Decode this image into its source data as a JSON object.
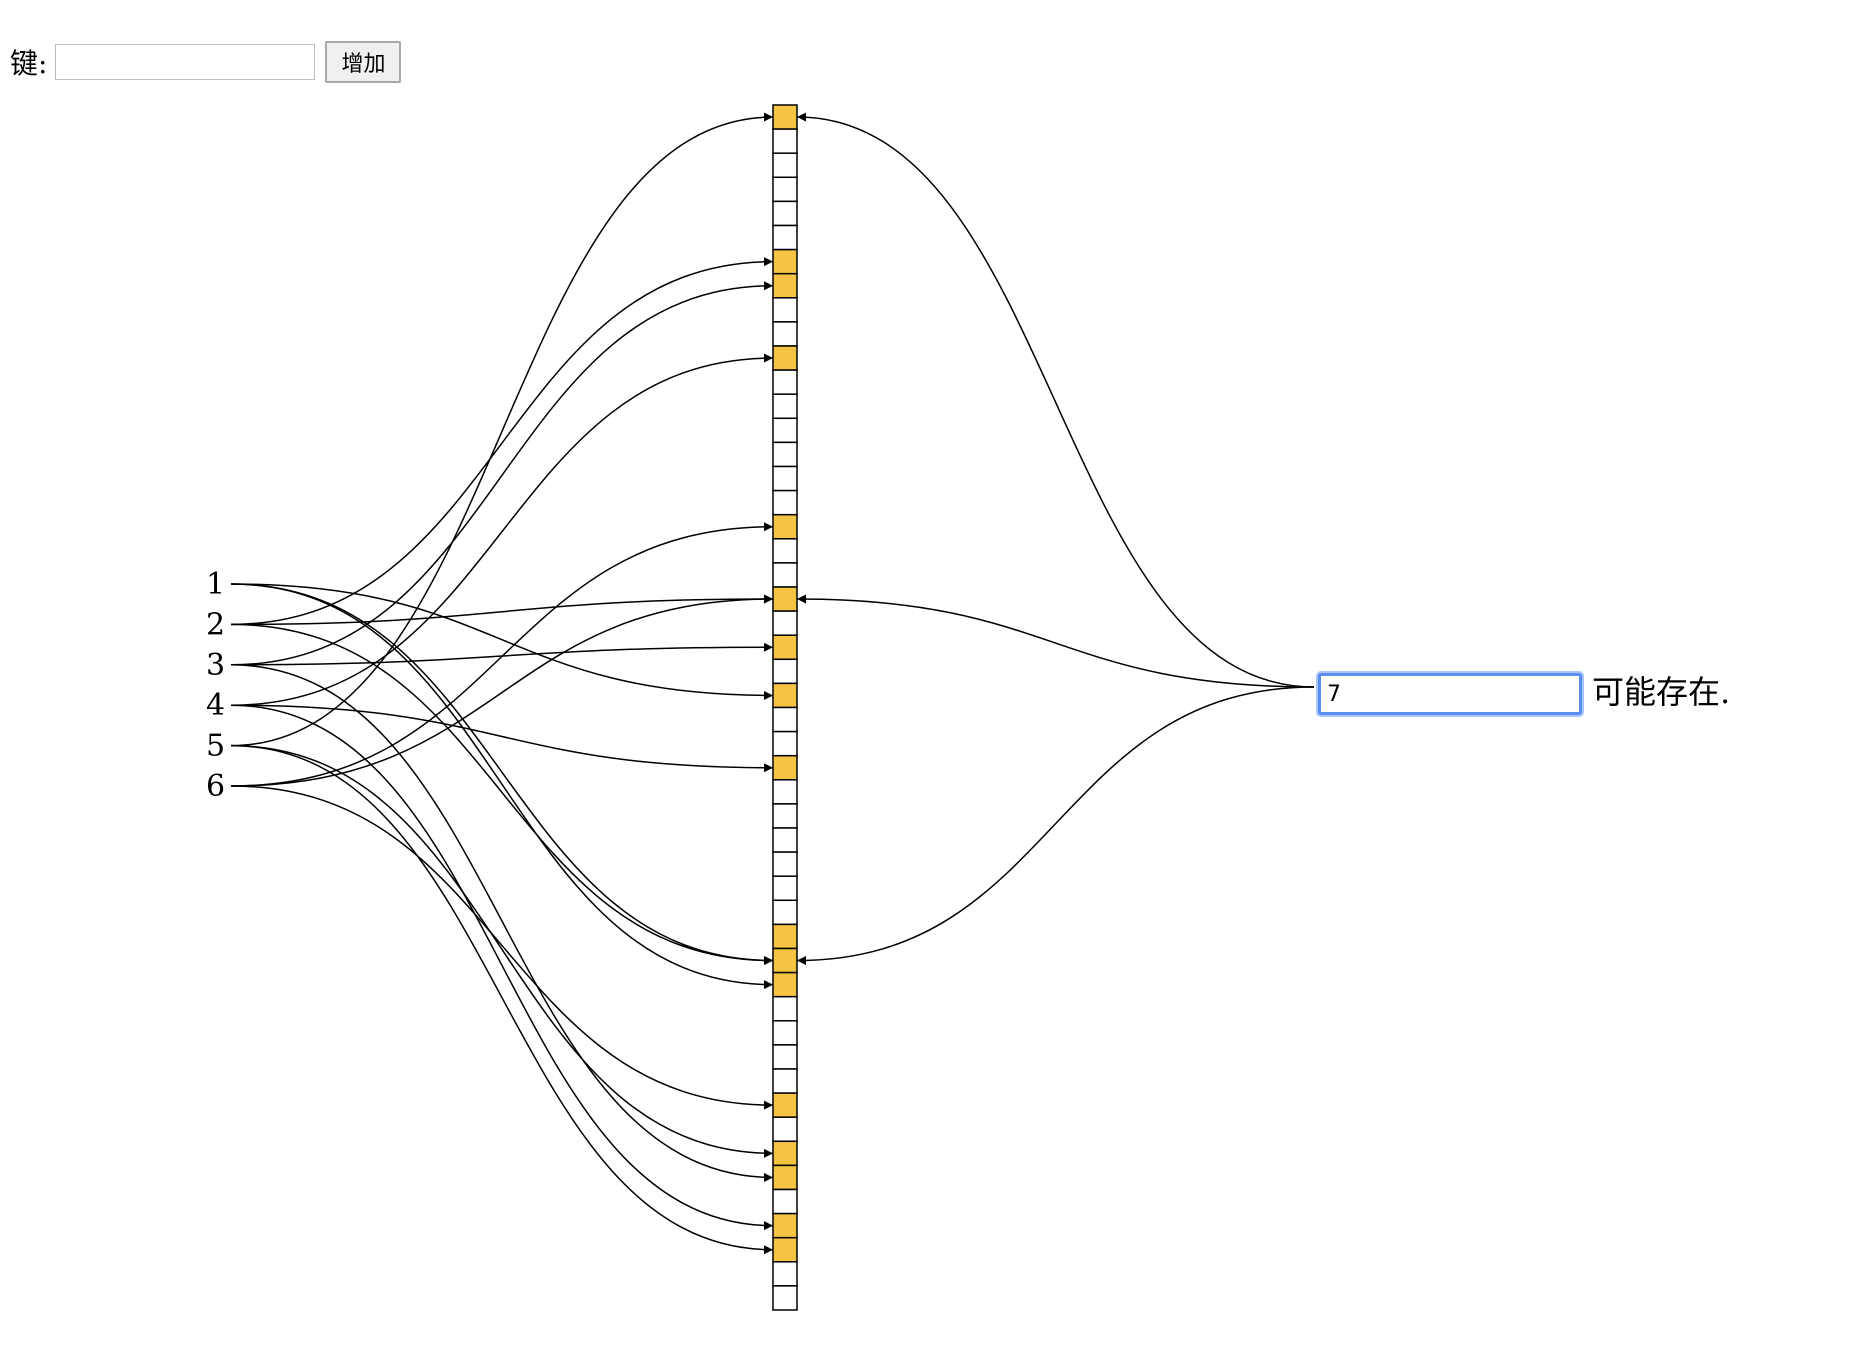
{
  "form": {
    "key_label": "键:",
    "key_input_value": "",
    "add_button_label": "增加"
  },
  "query": {
    "input_value": "7",
    "result_text": "可能存在."
  },
  "colors": {
    "set_bit": "#f5c445",
    "unset_bit": "#ffffff",
    "stroke": "#000000"
  },
  "bit_array": {
    "size": 50,
    "set_indices": [
      0,
      6,
      7,
      10,
      17,
      20,
      22,
      24,
      27,
      34,
      35,
      36,
      41,
      43,
      44,
      46,
      47
    ]
  },
  "keys": [
    {
      "label": "1",
      "hashes": [
        24,
        35,
        36
      ]
    },
    {
      "label": "2",
      "hashes": [
        6,
        20,
        35
      ]
    },
    {
      "label": "3",
      "hashes": [
        7,
        22,
        44
      ]
    },
    {
      "label": "4",
      "hashes": [
        10,
        27,
        46
      ]
    },
    {
      "label": "5",
      "hashes": [
        0,
        43,
        47
      ]
    },
    {
      "label": "6",
      "hashes": [
        17,
        20,
        41
      ]
    }
  ],
  "query_hashes": [
    0,
    20,
    35
  ]
}
